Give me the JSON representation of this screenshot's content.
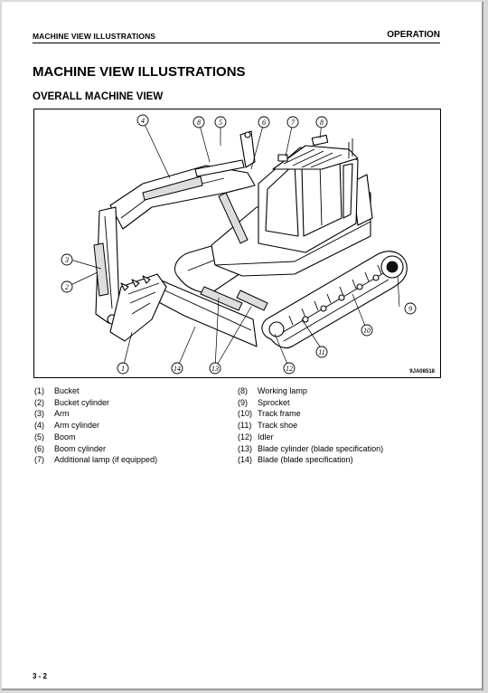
{
  "header": {
    "section_left": "MACHINE VIEW ILLUSTRATIONS",
    "section_right": "OPERATION"
  },
  "page_title": "MACHINE VIEW ILLUSTRATIONS",
  "section_title": "OVERALL MACHINE VIEW",
  "figure": {
    "code": "9JA08518",
    "callouts": [
      "1",
      "2",
      "3",
      "4",
      "5",
      "6",
      "7",
      "8",
      "9",
      "10",
      "11",
      "12",
      "13",
      "14"
    ]
  },
  "legend_left": [
    {
      "num": "(1)",
      "label": "Bucket"
    },
    {
      "num": "(2)",
      "label": "Bucket cylinder"
    },
    {
      "num": "(3)",
      "label": "Arm"
    },
    {
      "num": "(4)",
      "label": "Arm cylinder"
    },
    {
      "num": "(5)",
      "label": "Boom"
    },
    {
      "num": "(6)",
      "label": "Boom cylinder"
    },
    {
      "num": "(7)",
      "label": "Additional lamp (if equipped)"
    }
  ],
  "legend_right": [
    {
      "num": "(8)",
      "label": "Working lamp"
    },
    {
      "num": "(9)",
      "label": "Sprocket"
    },
    {
      "num": "(10)",
      "label": "Track frame"
    },
    {
      "num": "(11)",
      "label": "Track shoe"
    },
    {
      "num": "(12)",
      "label": "Idler"
    },
    {
      "num": "(13)",
      "label": "Blade cylinder (blade specification)"
    },
    {
      "num": "(14)",
      "label": "Blade (blade specification)"
    }
  ],
  "page_number": "3 - 2"
}
